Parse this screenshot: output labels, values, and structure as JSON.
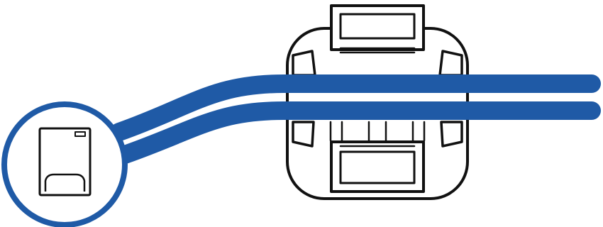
{
  "illustration": {
    "description_text": "",
    "colors": {
      "cable_blue": "#1f5aa6",
      "outline": "#111111",
      "background": "#ffffff"
    },
    "icons": {
      "ferrite_core": "ferrite-core-clip",
      "cable": "dual-cable",
      "device": "device-callout"
    }
  }
}
